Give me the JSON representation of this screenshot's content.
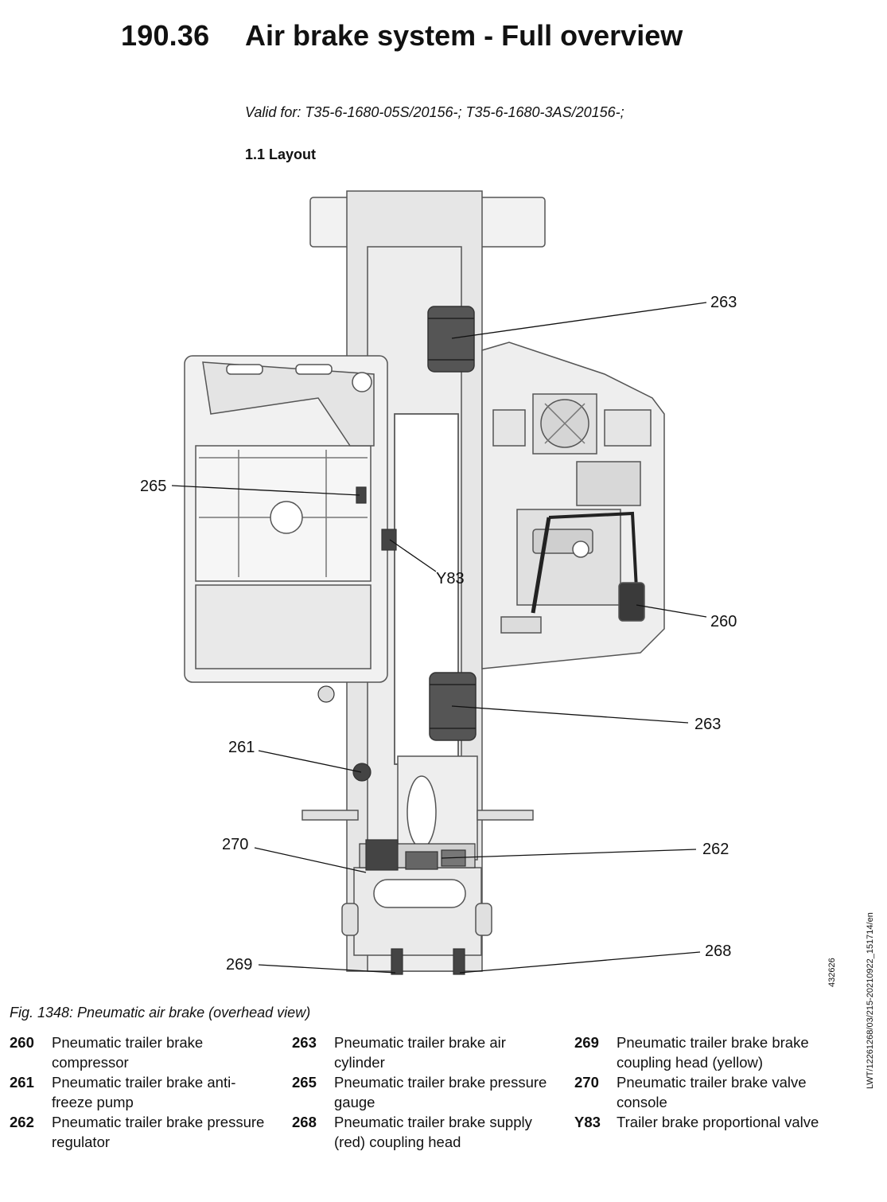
{
  "header": {
    "section_number": "190.36",
    "title": "Air brake system - Full overview"
  },
  "valid_for": "Valid for: T35-6-1680-05S/20156-; T35-6-1680-3AS/20156-;",
  "subheading": "1.1 Layout",
  "figure": {
    "caption": "Fig. 1348: Pneumatic air brake (overhead view)",
    "callouts": {
      "c263a": "263",
      "c265": "265",
      "cY83": "Y83",
      "c260": "260",
      "c263b": "263",
      "c261": "261",
      "c270": "270",
      "c262": "262",
      "c269": "269",
      "c268": "268"
    }
  },
  "legend": [
    {
      "code": "260",
      "desc": "Pneumatic trailer brake compressor"
    },
    {
      "code": "263",
      "desc": "Pneumatic trailer brake air cylinder"
    },
    {
      "code": "269",
      "desc": "Pneumatic trailer brake brake coupling head (yellow)"
    },
    {
      "code": "261",
      "desc": "Pneumatic trailer brake anti-freeze pump"
    },
    {
      "code": "265",
      "desc": "Pneumatic trailer brake pressure gauge"
    },
    {
      "code": "270",
      "desc": "Pneumatic trailer brake valve console"
    },
    {
      "code": "262",
      "desc": "Pneumatic trailer brake pressure regulator"
    },
    {
      "code": "268",
      "desc": "Pneumatic trailer brake supply (red) coupling head"
    },
    {
      "code": "Y83",
      "desc": "Trailer brake proportional valve"
    }
  ],
  "side": {
    "image_id": "432626",
    "doc_code": "LWT/12261268/03/215-20210922_151714/en"
  }
}
